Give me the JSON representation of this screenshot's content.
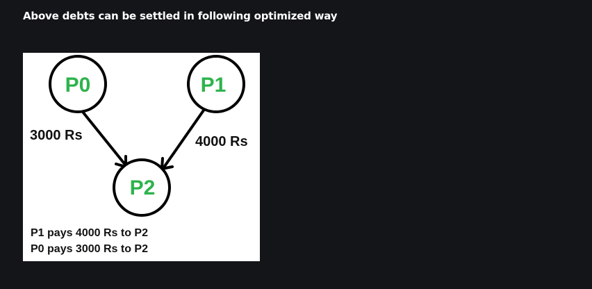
{
  "heading": "Above debts can be settled in following optimized way",
  "diagram": {
    "nodes": [
      {
        "id": "P0",
        "label": "P0"
      },
      {
        "id": "P1",
        "label": "P1"
      },
      {
        "id": "P2",
        "label": "P2"
      }
    ],
    "edges": [
      {
        "from": "P0",
        "to": "P2",
        "label": "3000 Rs"
      },
      {
        "from": "P1",
        "to": "P2",
        "label": "4000 Rs"
      }
    ],
    "summary": [
      "P1 pays 4000 Rs to P2",
      "P0 pays 3000 Rs to P2"
    ],
    "colors": {
      "node_label": "#2eb34c",
      "stroke": "#000000",
      "background": "#ffffff"
    }
  }
}
